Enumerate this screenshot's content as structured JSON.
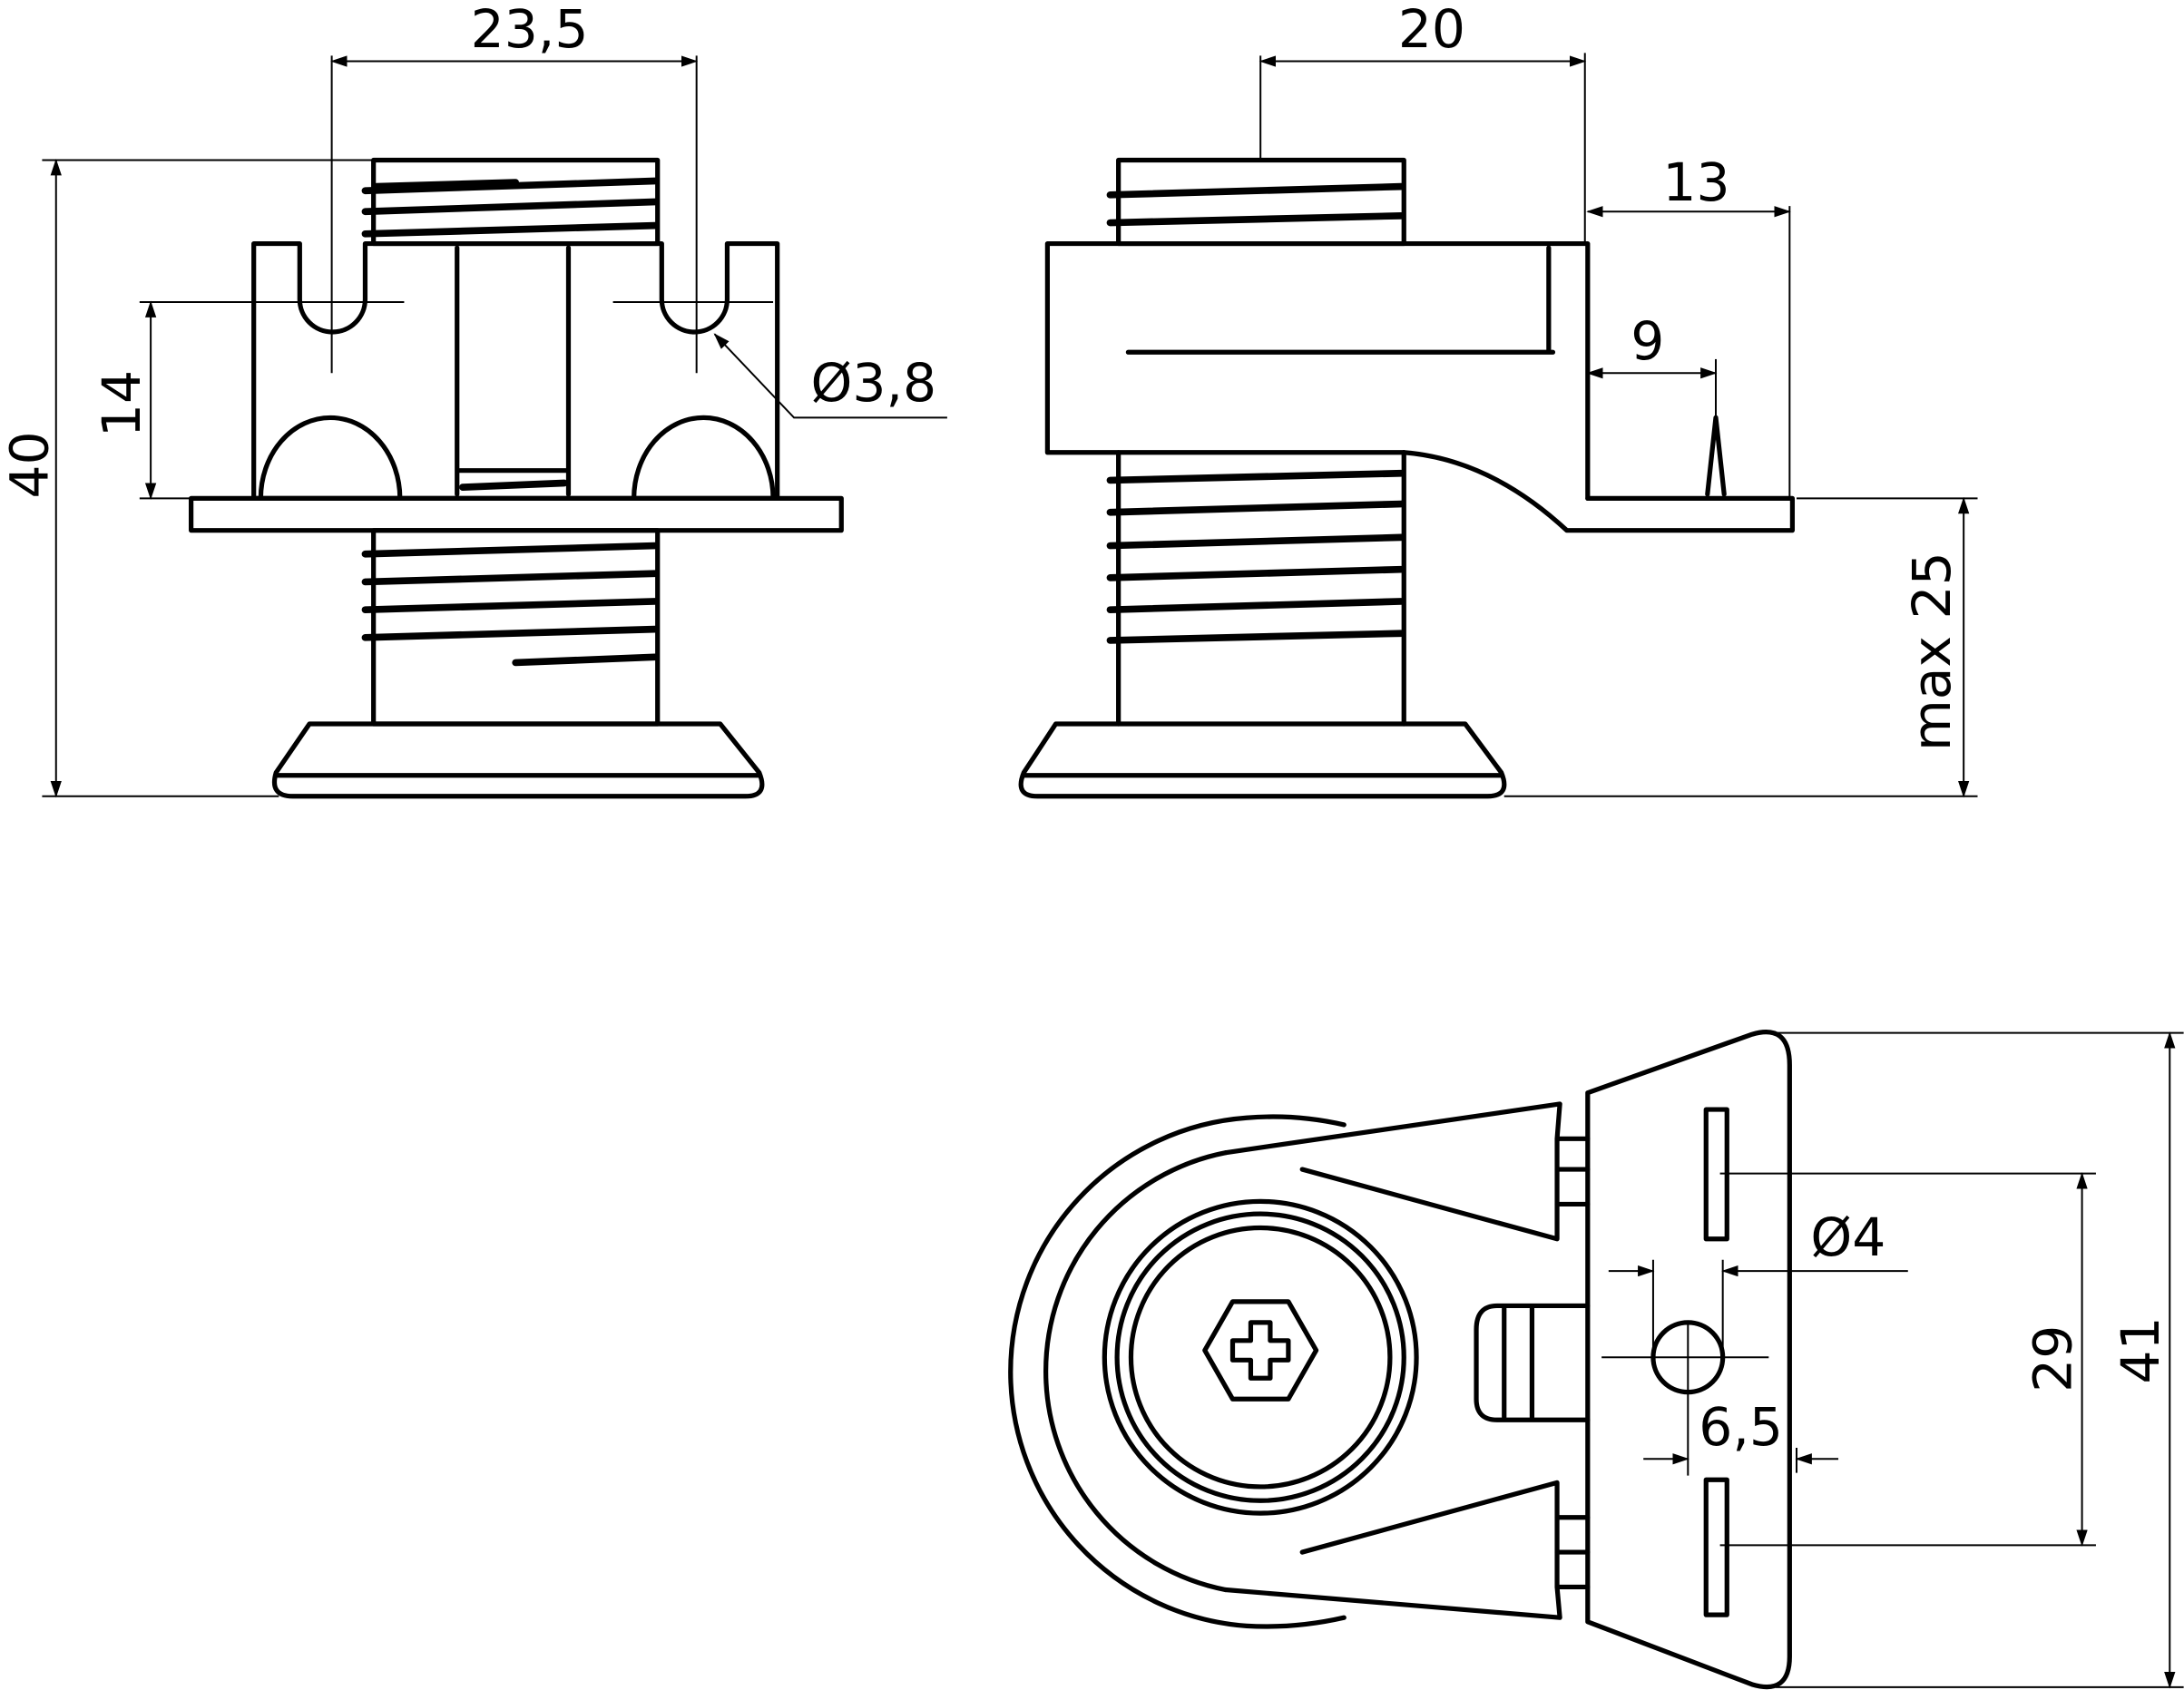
{
  "drawing": {
    "front_view": {
      "width_label": "23,5",
      "height_label": "40",
      "slot_height_label": "14",
      "hole_diameter_label": "Ø3,8"
    },
    "side_view": {
      "depth_label": "20",
      "flange_label": "13",
      "pin_label": "9",
      "max_label": "max 25"
    },
    "top_view": {
      "hole_diameter_label": "Ø4",
      "hole_offset_label": "6,5",
      "slot_spacing_label": "29",
      "overall_label": "41"
    }
  }
}
